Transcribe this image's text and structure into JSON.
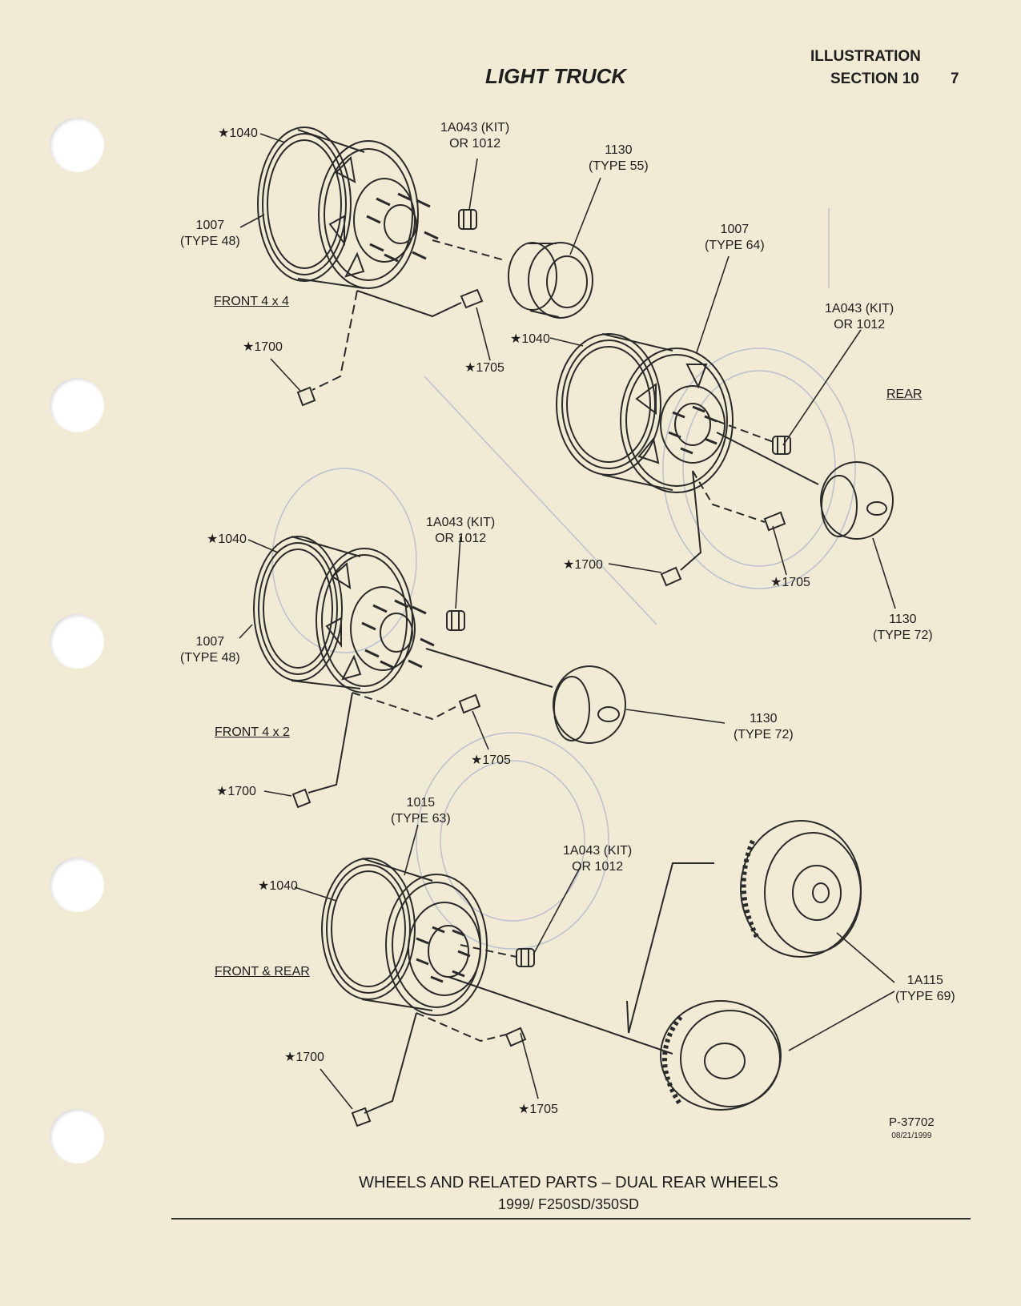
{
  "header": {
    "title": "LIGHT TRUCK",
    "illustration": "ILLUSTRATION",
    "section": "SECTION 10",
    "page_number": "7"
  },
  "sections": {
    "front_4x4": "FRONT 4 x 4",
    "rear": "REAR",
    "front_4x2": "FRONT 4 x 2",
    "front_rear": "FRONT & REAR"
  },
  "labels": {
    "l1040_a": "★1040",
    "l1007_48_a": [
      "1007",
      "(TYPE 48)"
    ],
    "l1a043_a": [
      "1A043 (KIT)",
      "OR 1012"
    ],
    "l1130_55": [
      "1130",
      "(TYPE 55)"
    ],
    "l1700_a": "★1700",
    "l1705_a": "★1705",
    "l1007_64": [
      "1007",
      "(TYPE 64)"
    ],
    "l1040_b": "★1040",
    "l1a043_b": [
      "1A043 (KIT)",
      "OR 1012"
    ],
    "l1700_b": "★1700",
    "l1705_b": "★1705",
    "l1130_72_a": [
      "1130",
      "(TYPE 72)"
    ],
    "l1040_c": "★1040",
    "l1007_48_b": [
      "1007",
      "(TYPE 48)"
    ],
    "l1a043_c": [
      "1A043 (KIT)",
      "OR 1012"
    ],
    "l1130_72_b": [
      "1130",
      "(TYPE 72)"
    ],
    "l1705_c": "★1705",
    "l1700_c": "★1700",
    "l1015_63": [
      "1015",
      "(TYPE 63)"
    ],
    "l1040_d": "★1040",
    "l1a043_d": [
      "1A043 (KIT)",
      "OR 1012"
    ],
    "l1a115_69": [
      "1A115",
      "(TYPE 69)"
    ],
    "l1700_d": "★1700",
    "l1705_d": "★1705"
  },
  "part_number": {
    "number": "P-37702",
    "date": "08/21/1999"
  },
  "caption": {
    "line1": "WHEELS AND RELATED PARTS – DUAL REAR WHEELS",
    "line2": "1999/ F250SD/350SD"
  }
}
